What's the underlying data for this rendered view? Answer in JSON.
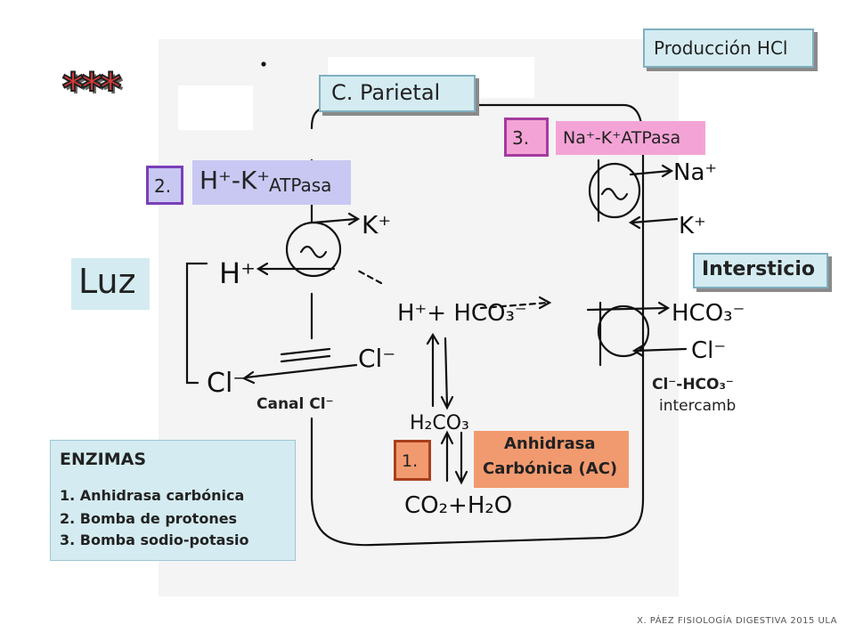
{
  "header_box": "Producción HCl",
  "stars": "***",
  "cell_label": "C. Parietal",
  "enzyme3": {
    "number": "3.",
    "label": "Na⁺-K⁺ATPasa"
  },
  "enzyme2": {
    "number": "2.",
    "label_main": "H⁺-K⁺",
    "label_sub": "ATPasa"
  },
  "enzyme1": {
    "number": "1.",
    "label_line1": "Anhidrasa",
    "label_line2": "Carbónica (AC)"
  },
  "luz": "Luz",
  "intersticio": "Intersticio",
  "canal": "Canal Cl⁻",
  "exchanger": {
    "line1": "Cl⁻-HCO₃⁻",
    "line2": "intercamb"
  },
  "enzimas": {
    "title": "ENZIMAS",
    "items": [
      "1.  Anhidrasa carbónica",
      "2. Bomba de protones",
      "3. Bomba sodio-potasio"
    ]
  },
  "drawing": {
    "h": "H⁺",
    "k_top": "K⁺",
    "cl_left": "Cl⁻",
    "cl_mid": "Cl⁻",
    "reaction": "H⁺+ HCO₃⁻",
    "h2co3": "H₂CO₃",
    "co2": "CO₂+H₂O",
    "na": "Na⁺",
    "k_right": "K⁺",
    "hco3_right": "HCO₃⁻",
    "cl_right": "Cl⁻"
  },
  "footer": "X. PÁEZ   FISIOLOGÍA DIGESTIVA 2015  ULA"
}
